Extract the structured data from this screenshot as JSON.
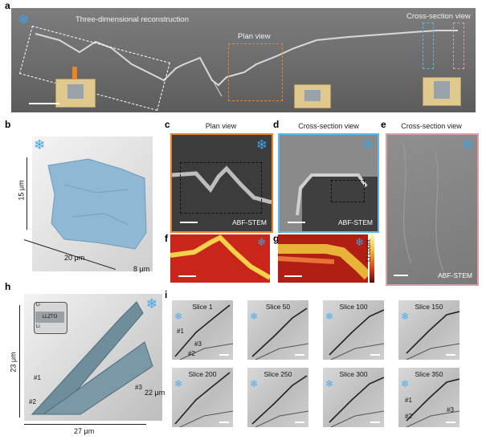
{
  "panel_a": {
    "letter": "a",
    "label_3d": "Three-dimensional reconstruction",
    "label_plan": "Plan view",
    "label_cross": "Cross-section view",
    "snowflake": "snowflake-icon"
  },
  "panel_b": {
    "letter": "b",
    "dim_height": "15 μm",
    "dim_width": "20 μm",
    "dim_depth": "8 μm"
  },
  "panel_c": {
    "letter": "c",
    "title": "Plan view",
    "mode": "ABF-STEM"
  },
  "panel_d": {
    "letter": "d",
    "title": "Cross-section view",
    "mode": "ABF-STEM"
  },
  "panel_e": {
    "letter": "e",
    "title": "Cross-section view",
    "mode": "ABF-STEM"
  },
  "panel_f": {
    "letter": "f"
  },
  "panel_g": {
    "letter": "g",
    "colorbar_label": "Li count"
  },
  "panel_h": {
    "letter": "h",
    "inset_top": "Li",
    "inset_mid": "LLZTO",
    "inset_bottom": "Li",
    "dim_height": "23 μm",
    "dim_width": "27 μm",
    "dim_depth": "22 μm",
    "crack_1": "#1",
    "crack_2": "#2",
    "crack_3": "#3"
  },
  "panel_i": {
    "letter": "i",
    "slices": [
      "Slice 1",
      "Slice 50",
      "Slice 100",
      "Slice 150",
      "Slice 200",
      "Slice 250",
      "Slice 300",
      "Slice 350"
    ],
    "slice1_labels": [
      "#1",
      "#3",
      "#2"
    ],
    "slice350_labels": [
      "#1",
      "#2",
      "#3"
    ]
  }
}
